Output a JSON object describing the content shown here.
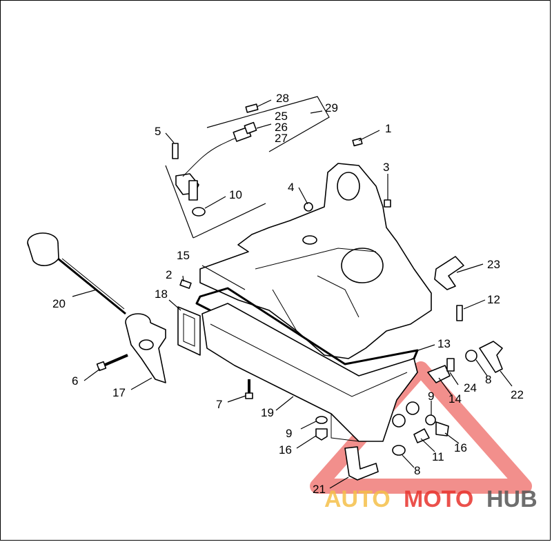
{
  "diagram": {
    "callouts": [
      "1",
      "2",
      "3",
      "4",
      "5",
      "6",
      "7",
      "8",
      "8",
      "9",
      "9",
      "10",
      "11",
      "12",
      "13",
      "14",
      "15",
      "16",
      "16",
      "17",
      "18",
      "19",
      "20",
      "21",
      "22",
      "23",
      "24",
      "25",
      "26",
      "27",
      "28",
      "29"
    ]
  },
  "watermark": {
    "auto": "AUTO",
    "moto": "MOTO",
    "hub": "HUB",
    "colors": {
      "auto": "#f5c04a",
      "moto": "#e8332d",
      "hub": "#555555",
      "triangle": "#e8332d"
    }
  }
}
